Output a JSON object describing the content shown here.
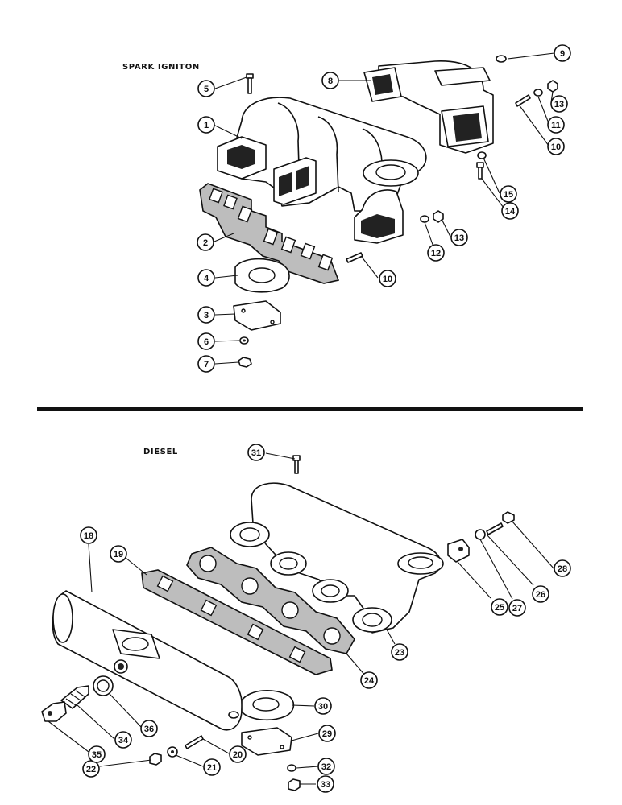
{
  "sections": {
    "spark": "SPARK IGNITON",
    "diesel": "DIESEL"
  },
  "callouts": [
    "1",
    "2",
    "3",
    "4",
    "5",
    "6",
    "7",
    "8",
    "9",
    "10",
    "10",
    "11",
    "12",
    "13",
    "13",
    "14",
    "15",
    "18",
    "19",
    "20",
    "21",
    "22",
    "23",
    "24",
    "25",
    "26",
    "27",
    "28",
    "29",
    "30",
    "31",
    "32",
    "33",
    "34",
    "35",
    "36"
  ],
  "colors": {
    "ink": "#111111",
    "gasket": "#bdbdbd",
    "paper": "#ffffff"
  }
}
